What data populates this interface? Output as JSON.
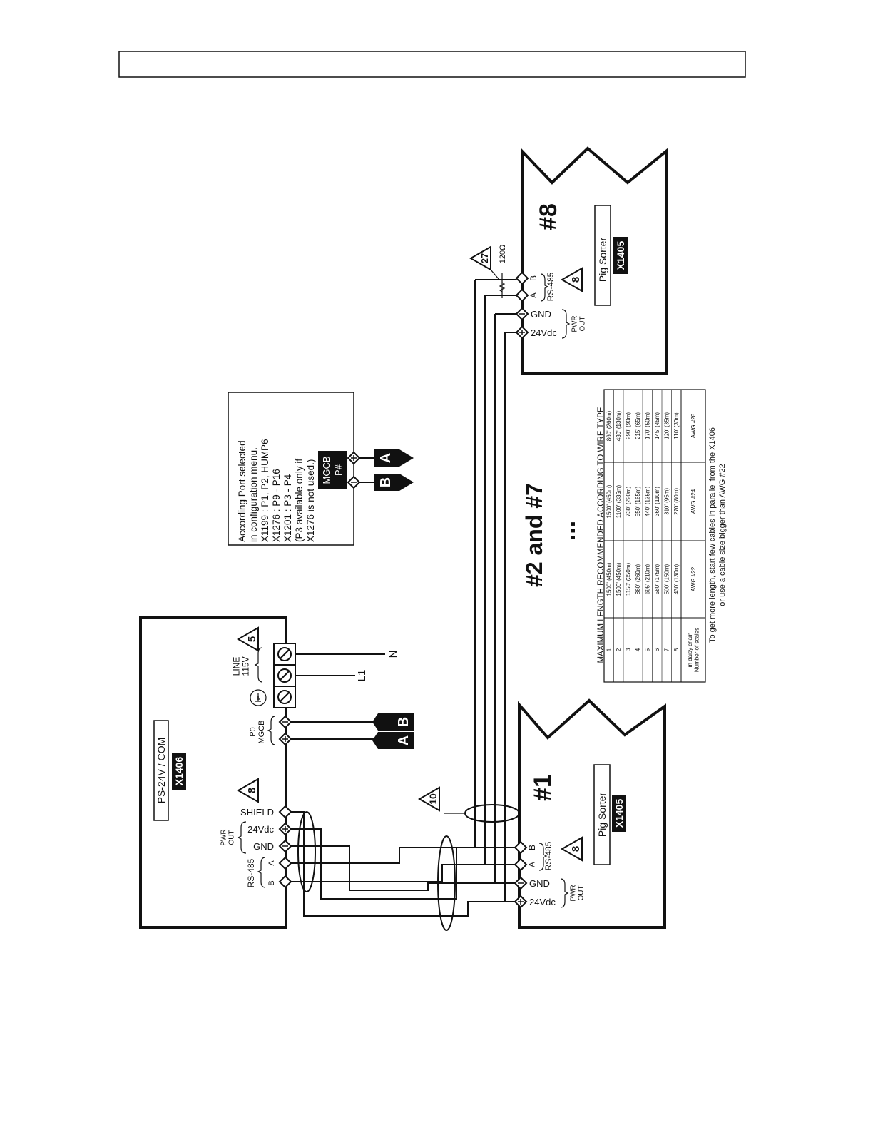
{
  "header": {
    "text": ""
  },
  "ps_module": {
    "title": "PS-24V / COM",
    "model": "X1406",
    "terminals": {
      "shield": "SHIELD",
      "v24": "24Vdc",
      "gnd": "GND",
      "a": "A",
      "b": "B",
      "pwr_out": "PWR\nOUT",
      "rs485": "RS-485"
    },
    "mgcb_label": "P0\nMGCB",
    "line_label": "LINE\n115V",
    "l1": "L1",
    "n": "N",
    "warn_8": "8",
    "warn_5": "5"
  },
  "scale_1": {
    "number": "#1",
    "name": "Pig Sorter",
    "model": "X1405",
    "gnd": "GND",
    "v24": "24Vdc",
    "pwr_out": "PWR\nOUT",
    "a": "A",
    "b": "B",
    "rs485": "RS-485",
    "warn_8": "8"
  },
  "scale_8": {
    "number": "#8",
    "name": "Pig Sorter",
    "model": "X1405",
    "gnd": "GND",
    "v24": "24Vdc",
    "pwr_out": "PWR\nOUT",
    "a": "A",
    "b": "B",
    "rs485": "RS-485",
    "warn_8": "8",
    "warn_27": "27",
    "resistor": "120Ω"
  },
  "middle": {
    "label": "#2 and #7",
    "ellipsis": "...",
    "warn_10": "10"
  },
  "port_note": {
    "lines": [
      "According Port selected",
      "in configuration menu.",
      "X1199 : P1, P2, HUMP6",
      "X1276 : P9 - P16",
      "X1201 : P3 - P4",
      "(P3 available only if",
      "X1276 is not used.)"
    ],
    "tag1": "MGCB",
    "tag2": "P#"
  },
  "connectors": {
    "a": "A",
    "b": "B"
  },
  "length_table": {
    "title": "MAXIMUM LENGTH RECOMMENDED ACCORDING TO WIRE TYPE",
    "headers": [
      "Number of scales\nin daisy chain",
      "AWG #22",
      "AWG #24",
      "AWG #28"
    ],
    "rows": [
      [
        "1",
        "1500' (450m)",
        "1500' (450m)",
        "860' (260m)"
      ],
      [
        "2",
        "1500' (450m)",
        "1100' (335m)",
        "430' (130m)"
      ],
      [
        "3",
        "1150' (350m)",
        "730' (220m)",
        "290' (90m)"
      ],
      [
        "4",
        "860' (260m)",
        "550' (165m)",
        "215' (65m)"
      ],
      [
        "5",
        "695' (210m)",
        "440' (135m)",
        "170' (50m)"
      ],
      [
        "6",
        "580' (175m)",
        "360' (110m)",
        "145' (45m)"
      ],
      [
        "7",
        "500' (150m)",
        "310' (95m)",
        "120' (35m)"
      ],
      [
        "8",
        "430' (130m)",
        "270' (80m)",
        "110' (30m)"
      ]
    ],
    "footnote": [
      "To get more length, start few cables in parallel from the X1406",
      "or use a cable size bigger than AWG #22"
    ]
  }
}
